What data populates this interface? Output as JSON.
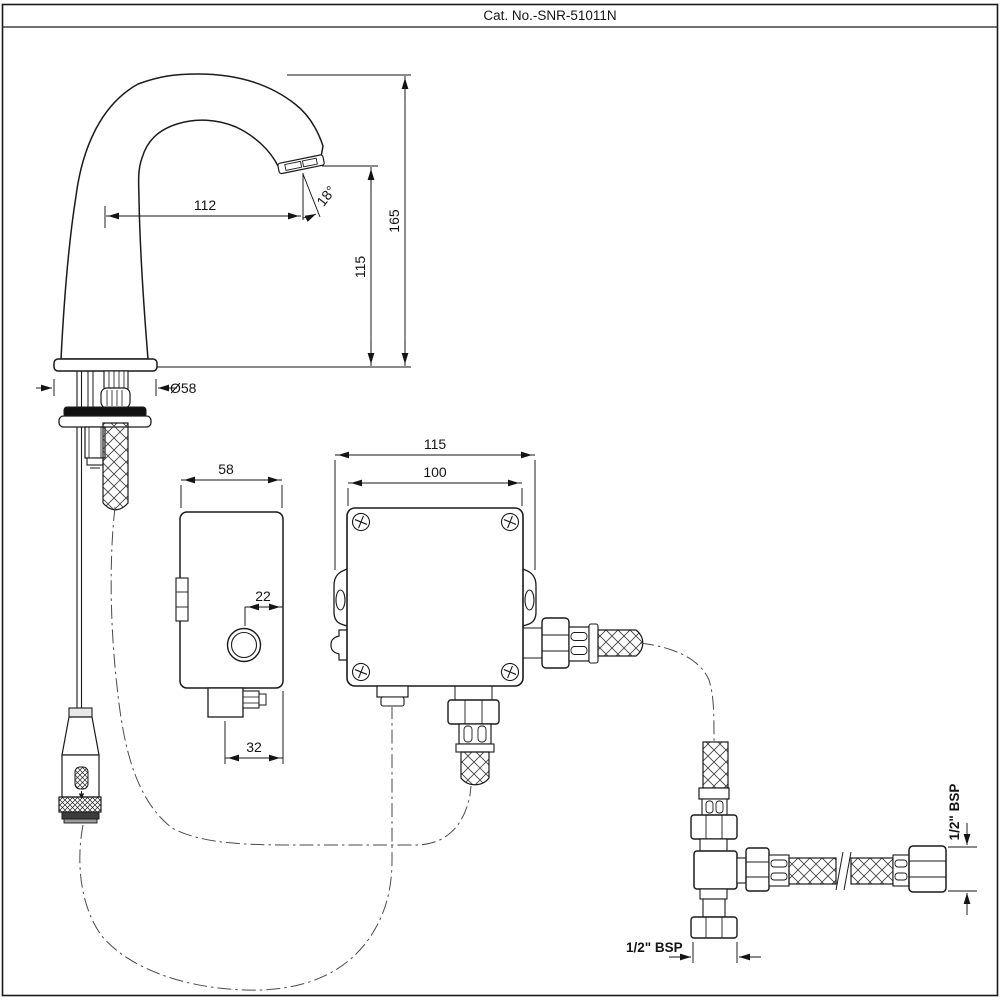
{
  "title": "Cat. No.-SNR-51011N",
  "colors": {
    "line": "#1a1a1a",
    "background": "#ffffff"
  },
  "faucet_dims": {
    "spout_reach": "112",
    "spout_angle": "18°",
    "overall_height": "165",
    "outlet_height": "115",
    "base_diameter": "Ø58"
  },
  "sensor_unit_dims": {
    "width": "58",
    "sensor_offset": "22",
    "tab_width": "32"
  },
  "control_box_dims": {
    "outer_width": "115",
    "body_width": "100"
  },
  "tee_dims": {
    "right_thread": "1/2\" BSP",
    "bottom_thread": "1/2\" BSP"
  }
}
